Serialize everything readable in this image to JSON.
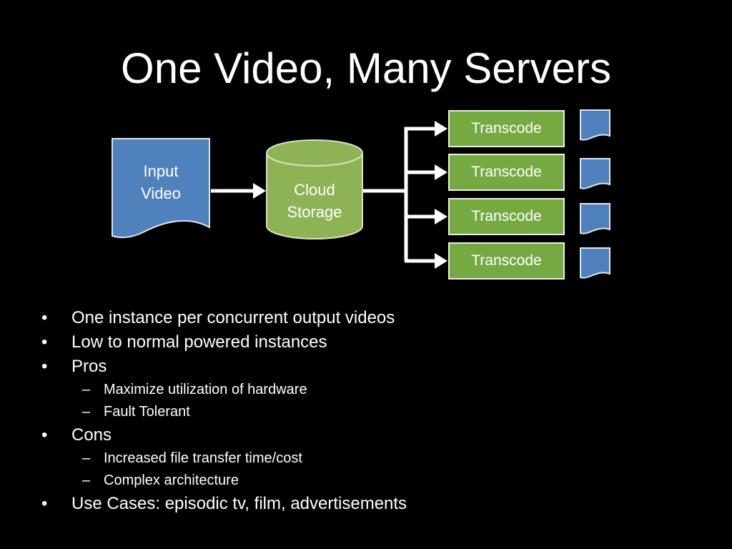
{
  "title": "One Video, Many Servers",
  "colors": {
    "background": "#000000",
    "document_fill": "#4f81bd",
    "document_border": "#dbe5f1",
    "storage_fill": "#8db355",
    "storage_border": "#d7e4bd",
    "transcode_fill": "#77a943",
    "connector": "#ffffff"
  },
  "diagram": {
    "input": {
      "label_line1": "Input",
      "label_line2": "Video"
    },
    "storage": {
      "label_line1": "Cloud",
      "label_line2": "Storage"
    },
    "transcode_steps": [
      {
        "label": "Transcode"
      },
      {
        "label": "Transcode"
      },
      {
        "label": "Transcode"
      },
      {
        "label": "Transcode"
      }
    ]
  },
  "bullets": [
    {
      "level": 1,
      "marker": "•",
      "text": "One instance per concurrent output videos"
    },
    {
      "level": 1,
      "marker": "•",
      "text": "Low to normal powered instances"
    },
    {
      "level": 1,
      "marker": "•",
      "text": "Pros"
    },
    {
      "level": 2,
      "marker": "–",
      "text": "Maximize utilization of hardware"
    },
    {
      "level": 2,
      "marker": "–",
      "text": "Fault Tolerant"
    },
    {
      "level": 1,
      "marker": "•",
      "text": "Cons"
    },
    {
      "level": 2,
      "marker": "–",
      "text": "Increased file transfer time/cost"
    },
    {
      "level": 2,
      "marker": "–",
      "text": "Complex architecture"
    },
    {
      "level": 1,
      "marker": "•",
      "text": "Use Cases: episodic tv, film, advertisements"
    }
  ]
}
